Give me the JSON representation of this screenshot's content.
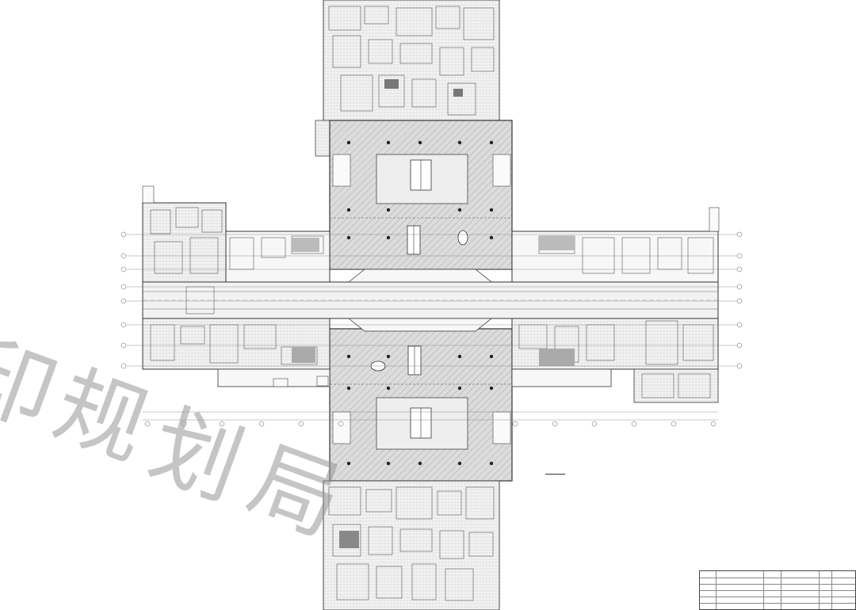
{
  "watermark": {
    "chars": [
      "印",
      "规",
      "划",
      "局"
    ]
  },
  "colors": {
    "line": "#3a3a3a",
    "hatch": "#9a9a9a",
    "hall_fill": "#d9d9d9",
    "platform_fill": "#f2f2f2",
    "watermark": "#969696"
  },
  "icons": {
    "escalator": "escalator-icon",
    "column": "column-dot-icon",
    "stair": "stair-icon"
  }
}
